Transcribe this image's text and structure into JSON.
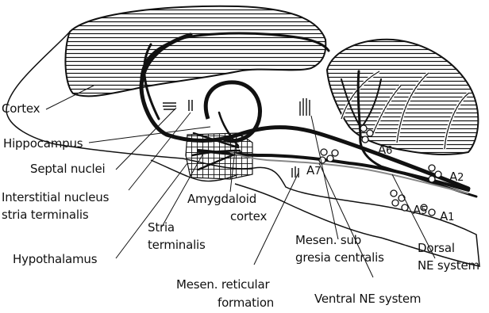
{
  "labels": {
    "cortex": "Cortex",
    "hippocampus": "Hippocampus",
    "septal_nuclei": "Septal nuclei",
    "interstitial_line1": "Interstitial nucleus",
    "interstitial_line2": "stria terminalis",
    "amygdaloid_line1": "Amygdaloid",
    "amygdaloid_line2": "cortex",
    "stria_line1": "Stria",
    "stria_line2": "terminalis",
    "hypothalamus": "Hypothalamus",
    "mesen_sub_line1": "Mesen. sub",
    "mesen_sub_line2": "gresia centralis",
    "dorsal_line1": "Dorsal",
    "dorsal_line2": "NE system",
    "reticular_line1": "Mesen. reticular",
    "reticular_line2": "formation",
    "ventral_ne": "Ventral NE system"
  },
  "cell_groups": {
    "a6": "A",
    "a6_sub": "6",
    "a7": "A",
    "a7_sub": "7",
    "a2": "A",
    "a2_sub": "2",
    "a5": "A",
    "a5_sub": "5",
    "a1": "A",
    "a1_sub": "1"
  },
  "colors": {
    "ink": "#111111",
    "background": "#ffffff"
  }
}
